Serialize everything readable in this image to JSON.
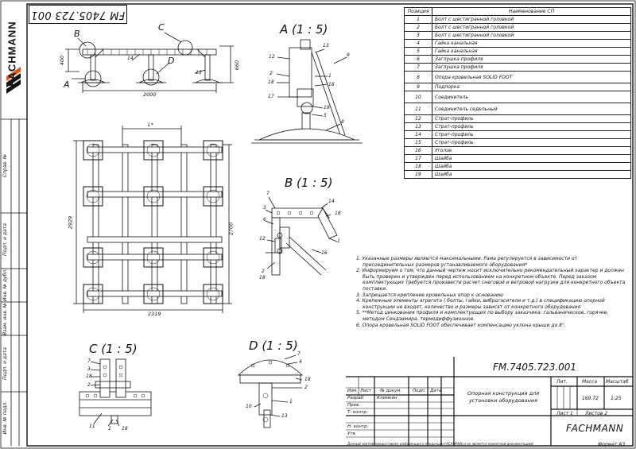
{
  "drawing_code": "FM.7405.723.001",
  "drawing_code_top": "FM 7405.723 001",
  "brand": "FACHMANN",
  "side_labels": [
    "Справ. №",
    "Подп. и дата",
    "Инв. № дубл.",
    "Взам. инв. №",
    "Подп. и дата",
    "Инв. № подл."
  ],
  "views": {
    "main_callouts": [
      "B",
      "C",
      "A",
      "D",
      "14",
      "13"
    ],
    "main_dims": [
      "400",
      "660",
      "2000"
    ],
    "plan_dims": [
      "L*",
      "2929",
      "2700",
      "2319"
    ],
    "view_a": {
      "title": "A (1 : 5)",
      "callouts": [
        "13",
        "12",
        "9",
        "2",
        "18",
        "17",
        "1",
        "18",
        "19",
        "5",
        "8"
      ]
    },
    "view_b": {
      "title": "B (1 : 5)",
      "callouts": [
        "7",
        "3",
        "6",
        "12",
        "2",
        "18",
        "14",
        "18",
        "16",
        "1"
      ]
    },
    "view_c": {
      "title": "C (1 : 5)",
      "callouts": [
        "7",
        "3",
        "18",
        "2",
        "11",
        "1",
        "18"
      ]
    },
    "view_d": {
      "title": "D (1 : 5)",
      "callouts": [
        "7",
        "4",
        "18",
        "2",
        "1",
        "10",
        "13"
      ]
    }
  },
  "parts_table": {
    "headers": [
      "Позиция",
      "Наименование СП"
    ],
    "rows": [
      [
        "1",
        "Болт с шестигранной головкой"
      ],
      [
        "2",
        "Болт с шестигранной головкой"
      ],
      [
        "3",
        "Болт с шестигранной головкой"
      ],
      [
        "4",
        "Гайка канальная"
      ],
      [
        "5",
        "Гайка канальная"
      ],
      [
        "6",
        "Заглушка профиля"
      ],
      [
        "7",
        "Заглушка профиля"
      ],
      [
        "8",
        "Опора кровельная SOLID FOOT"
      ],
      [
        "9",
        "Подпорка"
      ],
      [
        "10",
        "Соединитель"
      ],
      [
        "11",
        "Соединитель седельный"
      ],
      [
        "12",
        "Страт-профиль"
      ],
      [
        "13",
        "Страт-профиль"
      ],
      [
        "14",
        "Страт-профиль"
      ],
      [
        "15",
        "Страт-профиль"
      ],
      [
        "16",
        "Уголок"
      ],
      [
        "17",
        "Шайба"
      ],
      [
        "18",
        "Шайба"
      ],
      [
        "19",
        "Шайба"
      ]
    ]
  },
  "notes": [
    "1. Указанные размеры являются максимальными. Рама регулируется в зависимости от присоединительных размеров устанавливаемого оборудования*",
    "2. Информируем о том, что данный чертеж носит исключительно рекомендательный характер и должен быть проверен и утвержден перед использованием на конкретном объекте. Перед заказом комплектующих требуется произвести расчет снеговой и ветровой нагрузки для конкретного объекта поставки.",
    "3. Запрещается крепление кровельных опор к основанию",
    "4. Крепежные элементы агрегата ( болты, гайки, виброгасители и т.д.) в спецификацию опорной конструкции не входят, количество и размеры зависят от конкретного оборудования",
    "5. **Метод цинкования профиля и комплектующих по выбору заказчика: гальваническое, горячее, методом Сендзимира, термодиффузионное.",
    "6. Опора кровельная SOLID FOOT обеспечивает компенсацию уклона крыши до 8°."
  ],
  "title_block": {
    "code": "FM.7405.723.001",
    "name": "Опорная конструкция для установки оборудования",
    "lit_label": "Лит.",
    "mass_label": "Масса",
    "scale_label": "Масштаб",
    "mass": "169.72",
    "scale": "1:25",
    "sheet": "Лист 1",
    "sheets": "Листов 2",
    "company": "FACHMANN",
    "row_headers": [
      "Изм.",
      "Лист",
      "№ докум.",
      "Подп.",
      "Дата"
    ],
    "roles": [
      "Разраб.",
      "Пров.",
      "Т. контр.",
      "Н. контр.",
      "Утв."
    ],
    "developer": "Климкин",
    "footer": "Данный чертеж предоставлен информация о продукции FACHMANN и не является проектной документацией",
    "format": "Формат А3"
  }
}
